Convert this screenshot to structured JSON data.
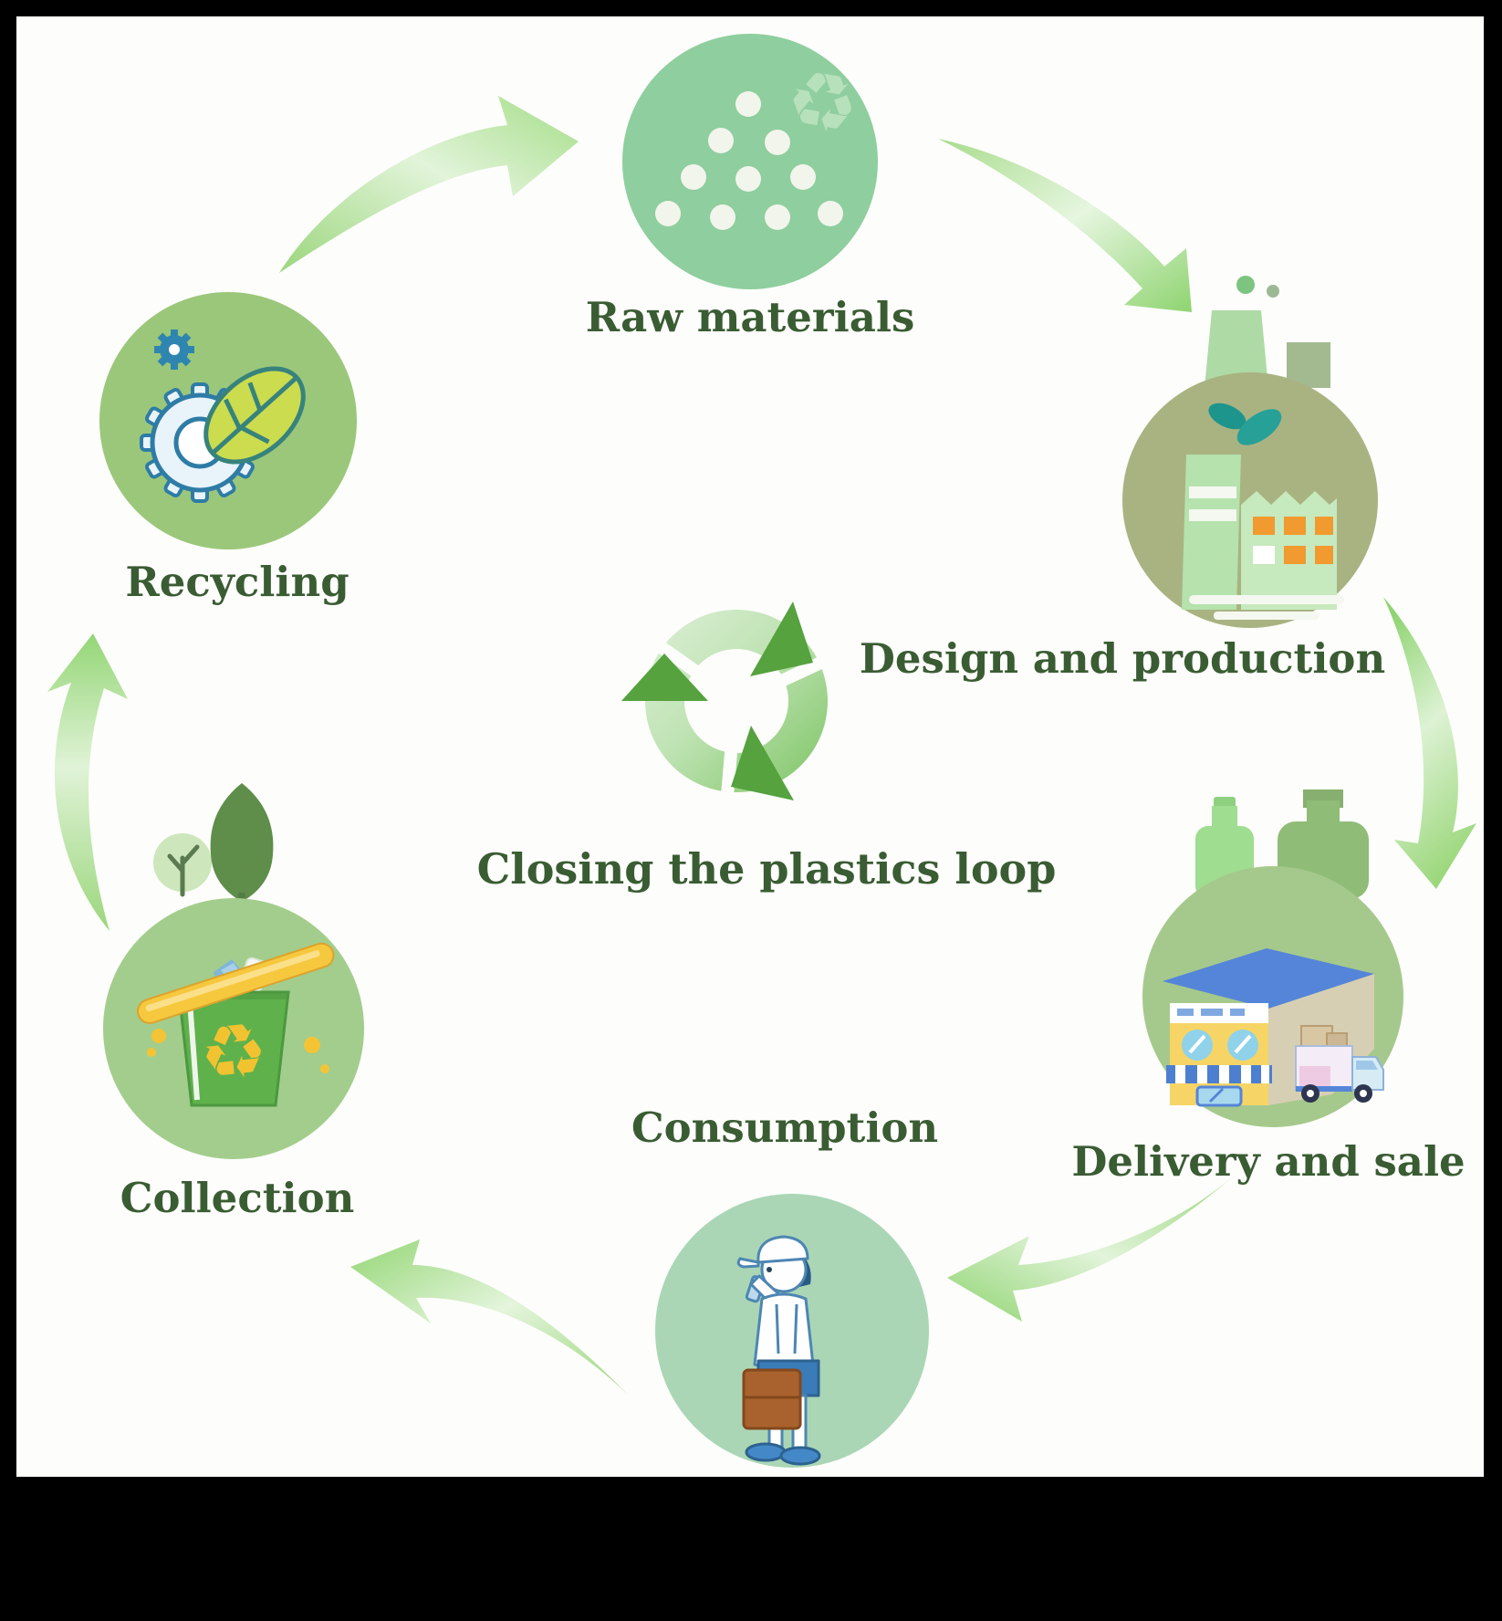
{
  "title": "Closing the plastics loop",
  "palette": {
    "background": "#000000",
    "panel": "#fdfdfb",
    "label_text": "#3a5c33",
    "swoosh_arrow_green": "#8fd471",
    "swoosh_arrow_light": "#e4f5dc",
    "loop_arrowhead_green": "#55a23f",
    "pellet_white": "#f2f5ec",
    "bin_green": "#5fb14c",
    "recycle_symbol_yellow": "#f2c331",
    "factory_window_orange": "#f09a30",
    "store_roof_blue": "#5585d8",
    "store_body_yellow": "#f6d566",
    "leaf_yellow_green": "#cbdc4e",
    "gear_outline_blue": "#2e7ca6"
  },
  "center": {
    "label": "Closing the plastics loop",
    "icon": "recycle-loop"
  },
  "nodes": [
    {
      "id": "raw-materials",
      "label": "Raw materials",
      "circle_color": "#8fce9e",
      "icon": "plastic-pellets-recycle"
    },
    {
      "id": "design-and-production",
      "label": "Design and production",
      "circle_color": "#a9b382",
      "icon": "eco-factory"
    },
    {
      "id": "delivery-and-sale",
      "label": "Delivery and sale",
      "circle_color": "#a5c98c",
      "icon": "storefront-truck"
    },
    {
      "id": "consumption",
      "label": "Consumption",
      "circle_color": "#aad6b6",
      "icon": "person-drinking"
    },
    {
      "id": "collection",
      "label": "Collection",
      "circle_color": "#a3cd8c",
      "icon": "recycle-bin"
    },
    {
      "id": "recycling",
      "label": "Recycling",
      "circle_color": "#9bc77a",
      "icon": "gear-leaf"
    }
  ],
  "flow": [
    "Raw materials → Design and production",
    "Design and production → Delivery and sale",
    "Delivery and sale → Consumption",
    "Consumption → Collection",
    "Collection → Recycling",
    "Recycling → Raw materials"
  ]
}
